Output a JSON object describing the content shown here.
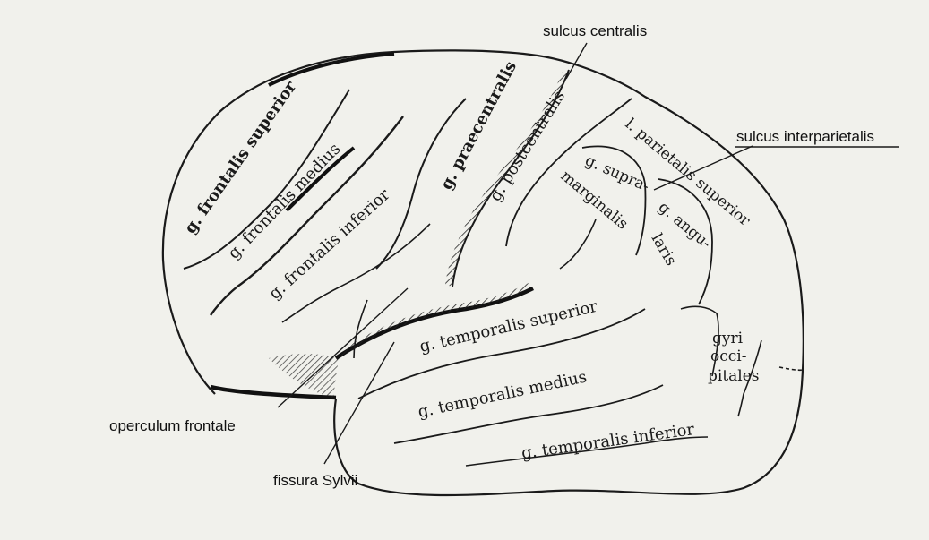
{
  "diagram": {
    "labels": {
      "sulcus_centralis": "sulcus centralis",
      "sulcus_interparietalis": "sulcus interparietalis",
      "frontalis_superior": "g. frontalis superior",
      "frontalis_medius": "g. frontalis medius",
      "frontalis_inferior": "g. frontalis inferior",
      "praecentralis": "g. praecentralis",
      "postcentralis": "g. postcentralis",
      "parietalis_superior": "l. parietalis superior",
      "supramarginalis_1": "g. supra-",
      "supramarginalis_2": "marginalis",
      "angularis_1": "g. angu-",
      "angularis_2": "laris",
      "temporalis_superior": "g. temporalis superior",
      "temporalis_medius": "g. temporalis medius",
      "temporalis_inferior": "g. temporalis inferior",
      "occipitales_1": "gyri",
      "occipitales_2": "occi-",
      "occipitales_3": "pitales",
      "operculum_frontale": "operculum frontale",
      "fissura_sylvii": "fissura Sylvii"
    },
    "colors": {
      "paper": "#f1f1ec",
      "ink": "#1a1a1a"
    }
  }
}
